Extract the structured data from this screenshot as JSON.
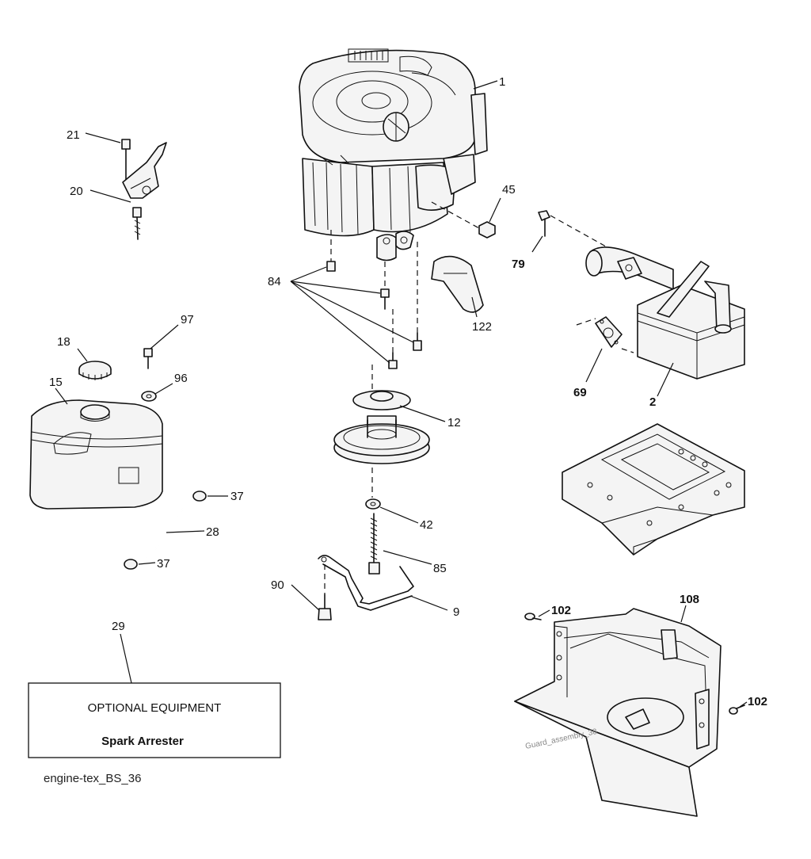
{
  "callouts": {
    "c1": "1",
    "c2": "2",
    "c9": "9",
    "c12": "12",
    "c15": "15",
    "c18": "18",
    "c20": "20",
    "c21": "21",
    "c28": "28",
    "c29": "29",
    "c37a": "37",
    "c37b": "37",
    "c42": "42",
    "c45": "45",
    "c69": "69",
    "c79": "79",
    "c84": "84",
    "c85": "85",
    "c90": "90",
    "c96": "96",
    "c97": "97",
    "c102a": "102",
    "c102b": "102",
    "c108": "108",
    "c122": "122"
  },
  "optional_box": {
    "title": "OPTIONAL EQUIPMENT",
    "item": "Spark Arrester"
  },
  "diagram_code": "engine-tex_BS_36",
  "guard_watermark": "Guard_assembly_38"
}
